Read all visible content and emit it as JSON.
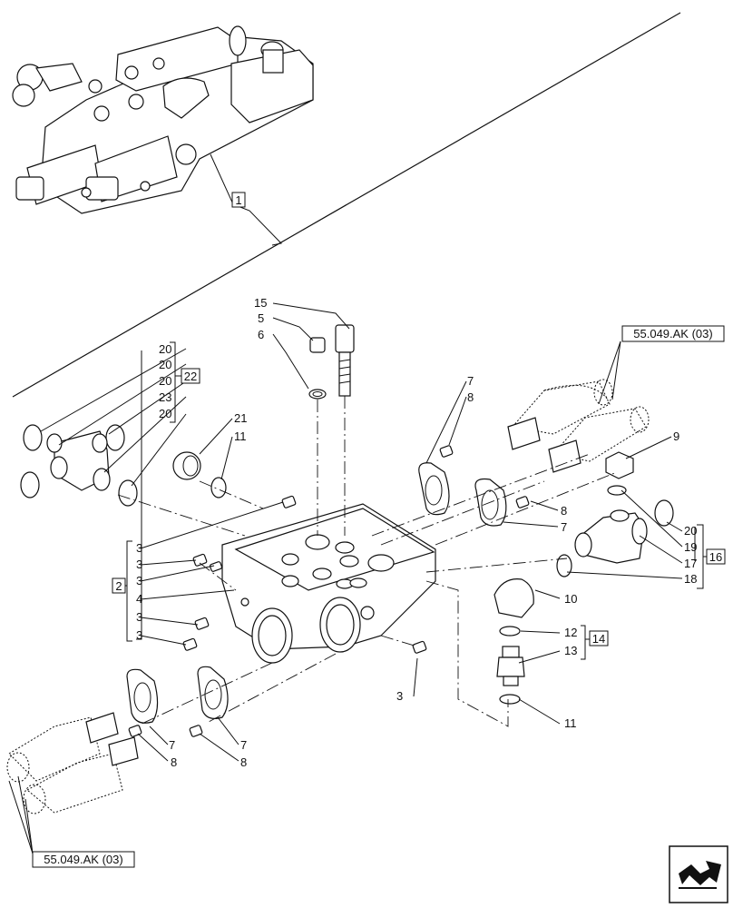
{
  "callouts": {
    "c1": "1",
    "c2": "2",
    "c3": "3",
    "c4": "4",
    "c5": "5",
    "c6": "6",
    "c7": "7",
    "c8": "8",
    "c9": "9",
    "c10": "10",
    "c11": "11",
    "c12": "12",
    "c13": "13",
    "c14": "14",
    "c15": "15",
    "c16": "16",
    "c17": "17",
    "c18": "18",
    "c19": "19",
    "c20": "20",
    "c21": "21",
    "c22": "22",
    "c23": "23"
  },
  "references": {
    "top_right": "55.049.AK (03)",
    "bottom_left": "55.049.AK (03)"
  },
  "icons": {
    "corner": "next-page-arrow-icon"
  }
}
